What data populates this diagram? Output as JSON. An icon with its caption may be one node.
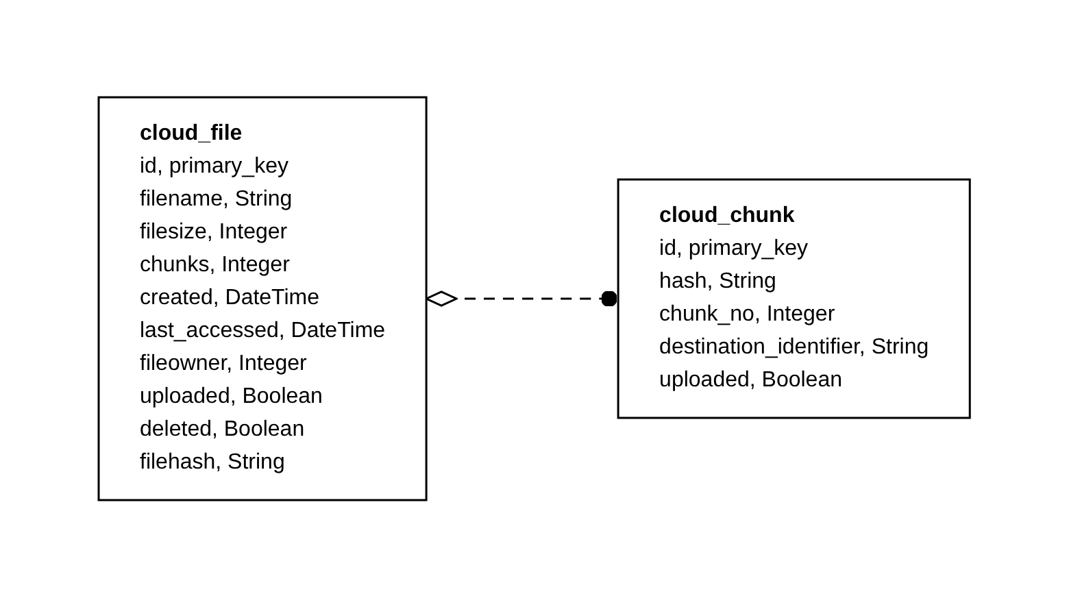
{
  "diagram": {
    "nodes": [
      {
        "text": [
          "cloud_file",
          "id, primary_key",
          "filename, String",
          "filesize, Integer",
          "chunks, Integer",
          "created, DateTime",
          "last_accessed, DateTime",
          "fileowner, Integer",
          "uploaded, Boolean",
          "deleted, Boolean",
          "filehash, String"
        ]
      },
      {
        "text": [
          "cloud_chunk",
          "id, primary_key",
          "hash, String",
          "chunk_no, Integer",
          "destination_identifier, String",
          "uploaded, Boolean"
        ]
      }
    ],
    "edges": [
      {
        "from": 0,
        "to": 1,
        "arrow": "other",
        "style": "dashed"
      }
    ]
  }
}
